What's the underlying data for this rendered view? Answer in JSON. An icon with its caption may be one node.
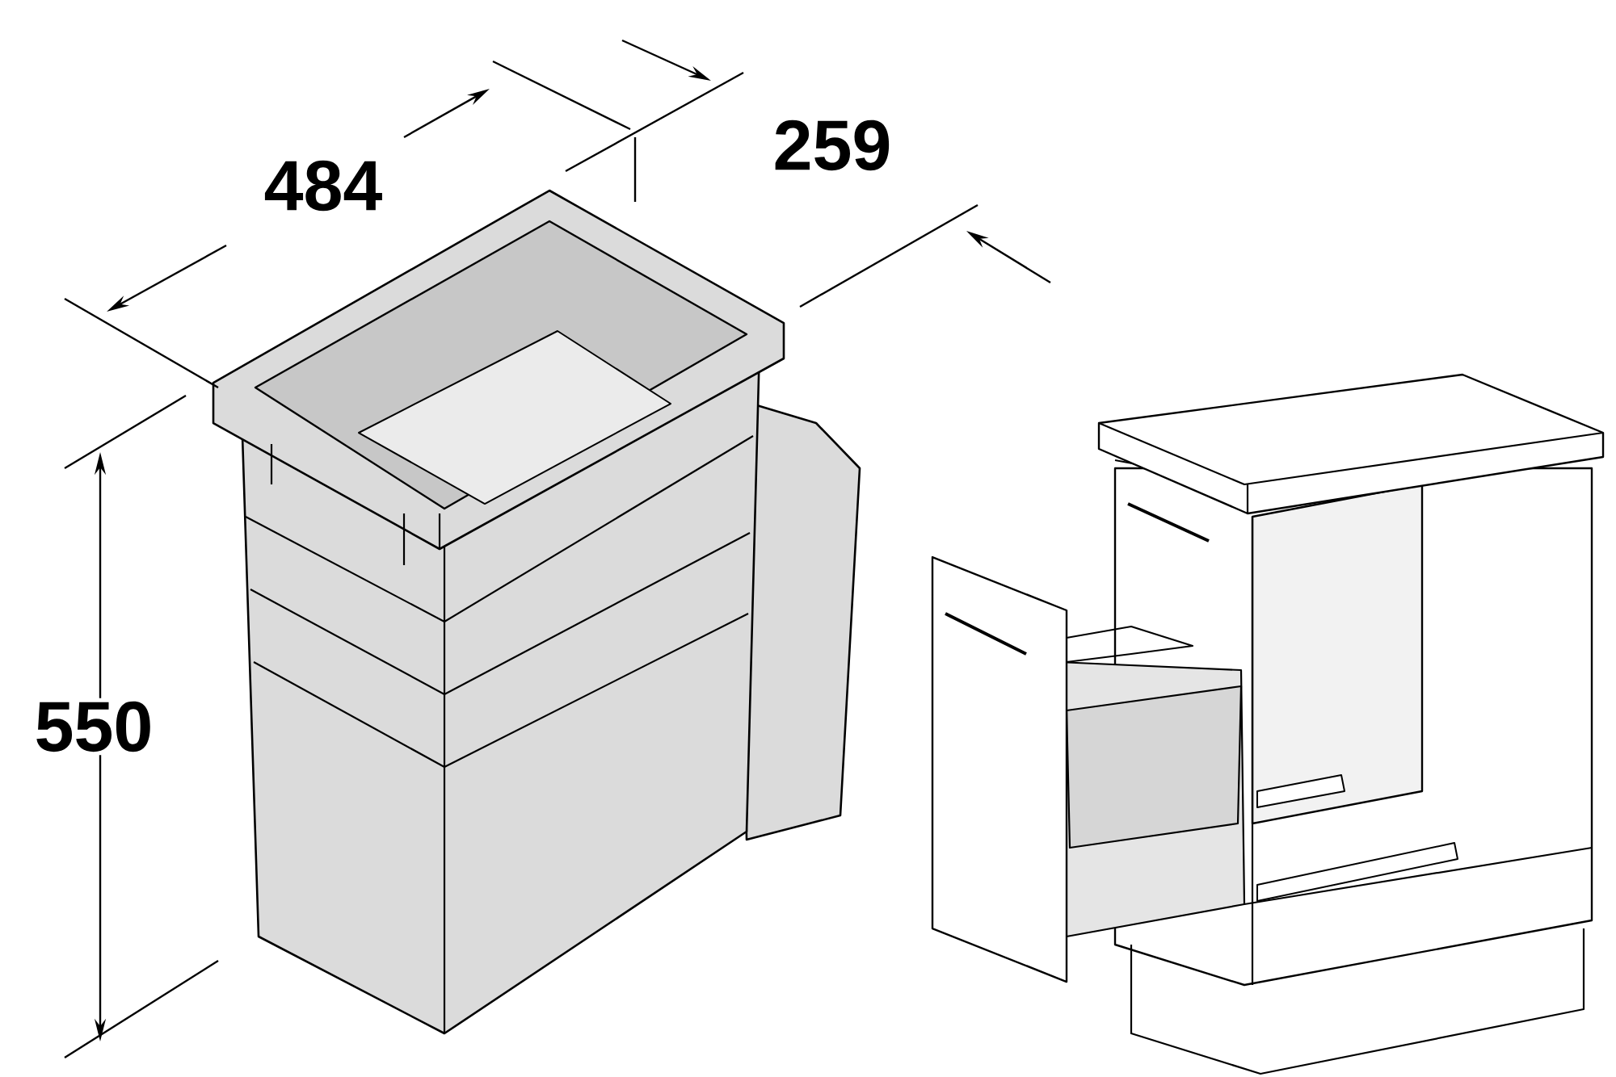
{
  "diagram": {
    "labels": [
      "484",
      "259",
      "550"
    ]
  }
}
